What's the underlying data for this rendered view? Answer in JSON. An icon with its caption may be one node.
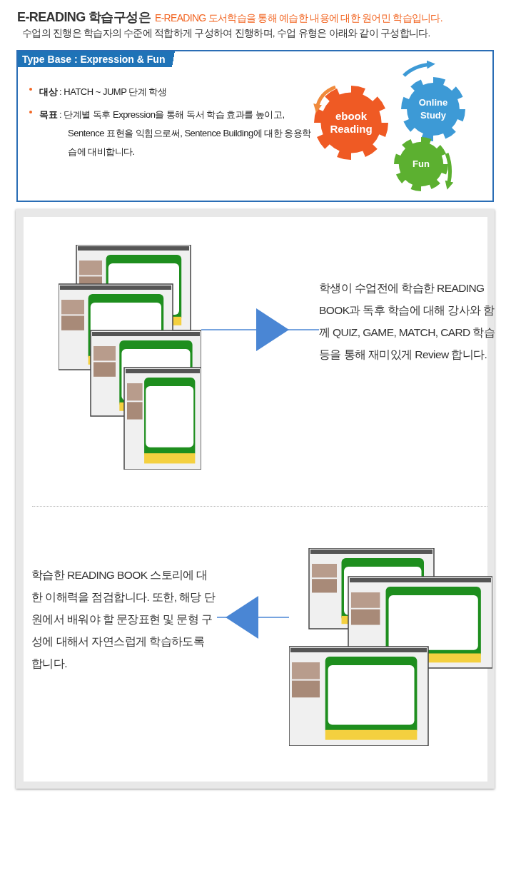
{
  "diagram": {
    "title": "E-READING 학습구성은",
    "nodes": [
      {
        "text": [
          "Type Base : Expression & Fun",
          "**대상** : HATCH ~ JUMP 단계 학생",
          "**목표** : 단계별 독후 Expression을 통해 독서 학습 효과를 높이고, Sentence 표현을 익힘으로써, Sentence Building에 대한 응용학습에 대비합니다."
        ]
      },
      {
        "text": [
          "ebook Reading"
        ],
        "in": 0
      },
      {
        "text": [
          "Online Study"
        ],
        "in": 0
      },
      {
        "text": [
          "Fun"
        ],
        "in": 0
      },
      {
        "text": [],
        "shape": "picture"
      },
      {
        "text": [
          "학생이 수업전에 학습한 READING BOOK과 독후 학습에 대해 강사와 함께 QUIZ, GAME, MATCH, CARD 학습 등을 통해 재미있게 Review 합니다."
        ]
      },
      {
        "text": [],
        "shape": "picture"
      },
      {
        "text": [
          "학습한 READING BOOK 스토리에 대한 이해력을 점검합니다. 또한, 해당 단원에서 배워야 할 문장표현 및 문형 구성에 대해서 자연스럽게 학습하도록 합니다."
        ]
      }
    ],
    "edges": [
      {
        "from": 4,
        "to": 5,
        "arrow": "to"
      },
      {
        "from": 6,
        "to": 7,
        "arrow": "to"
      }
    ],
    "labels": [
      "E-READING 도서학습을 통해 예습한 내용에 대한 원어민 학습입니다.",
      "수업의 진행은 학습자의 수준에 적합하게 구성하여 진행하며, 수업 유형은 아래와 같이 구성합니다."
    ]
  }
}
